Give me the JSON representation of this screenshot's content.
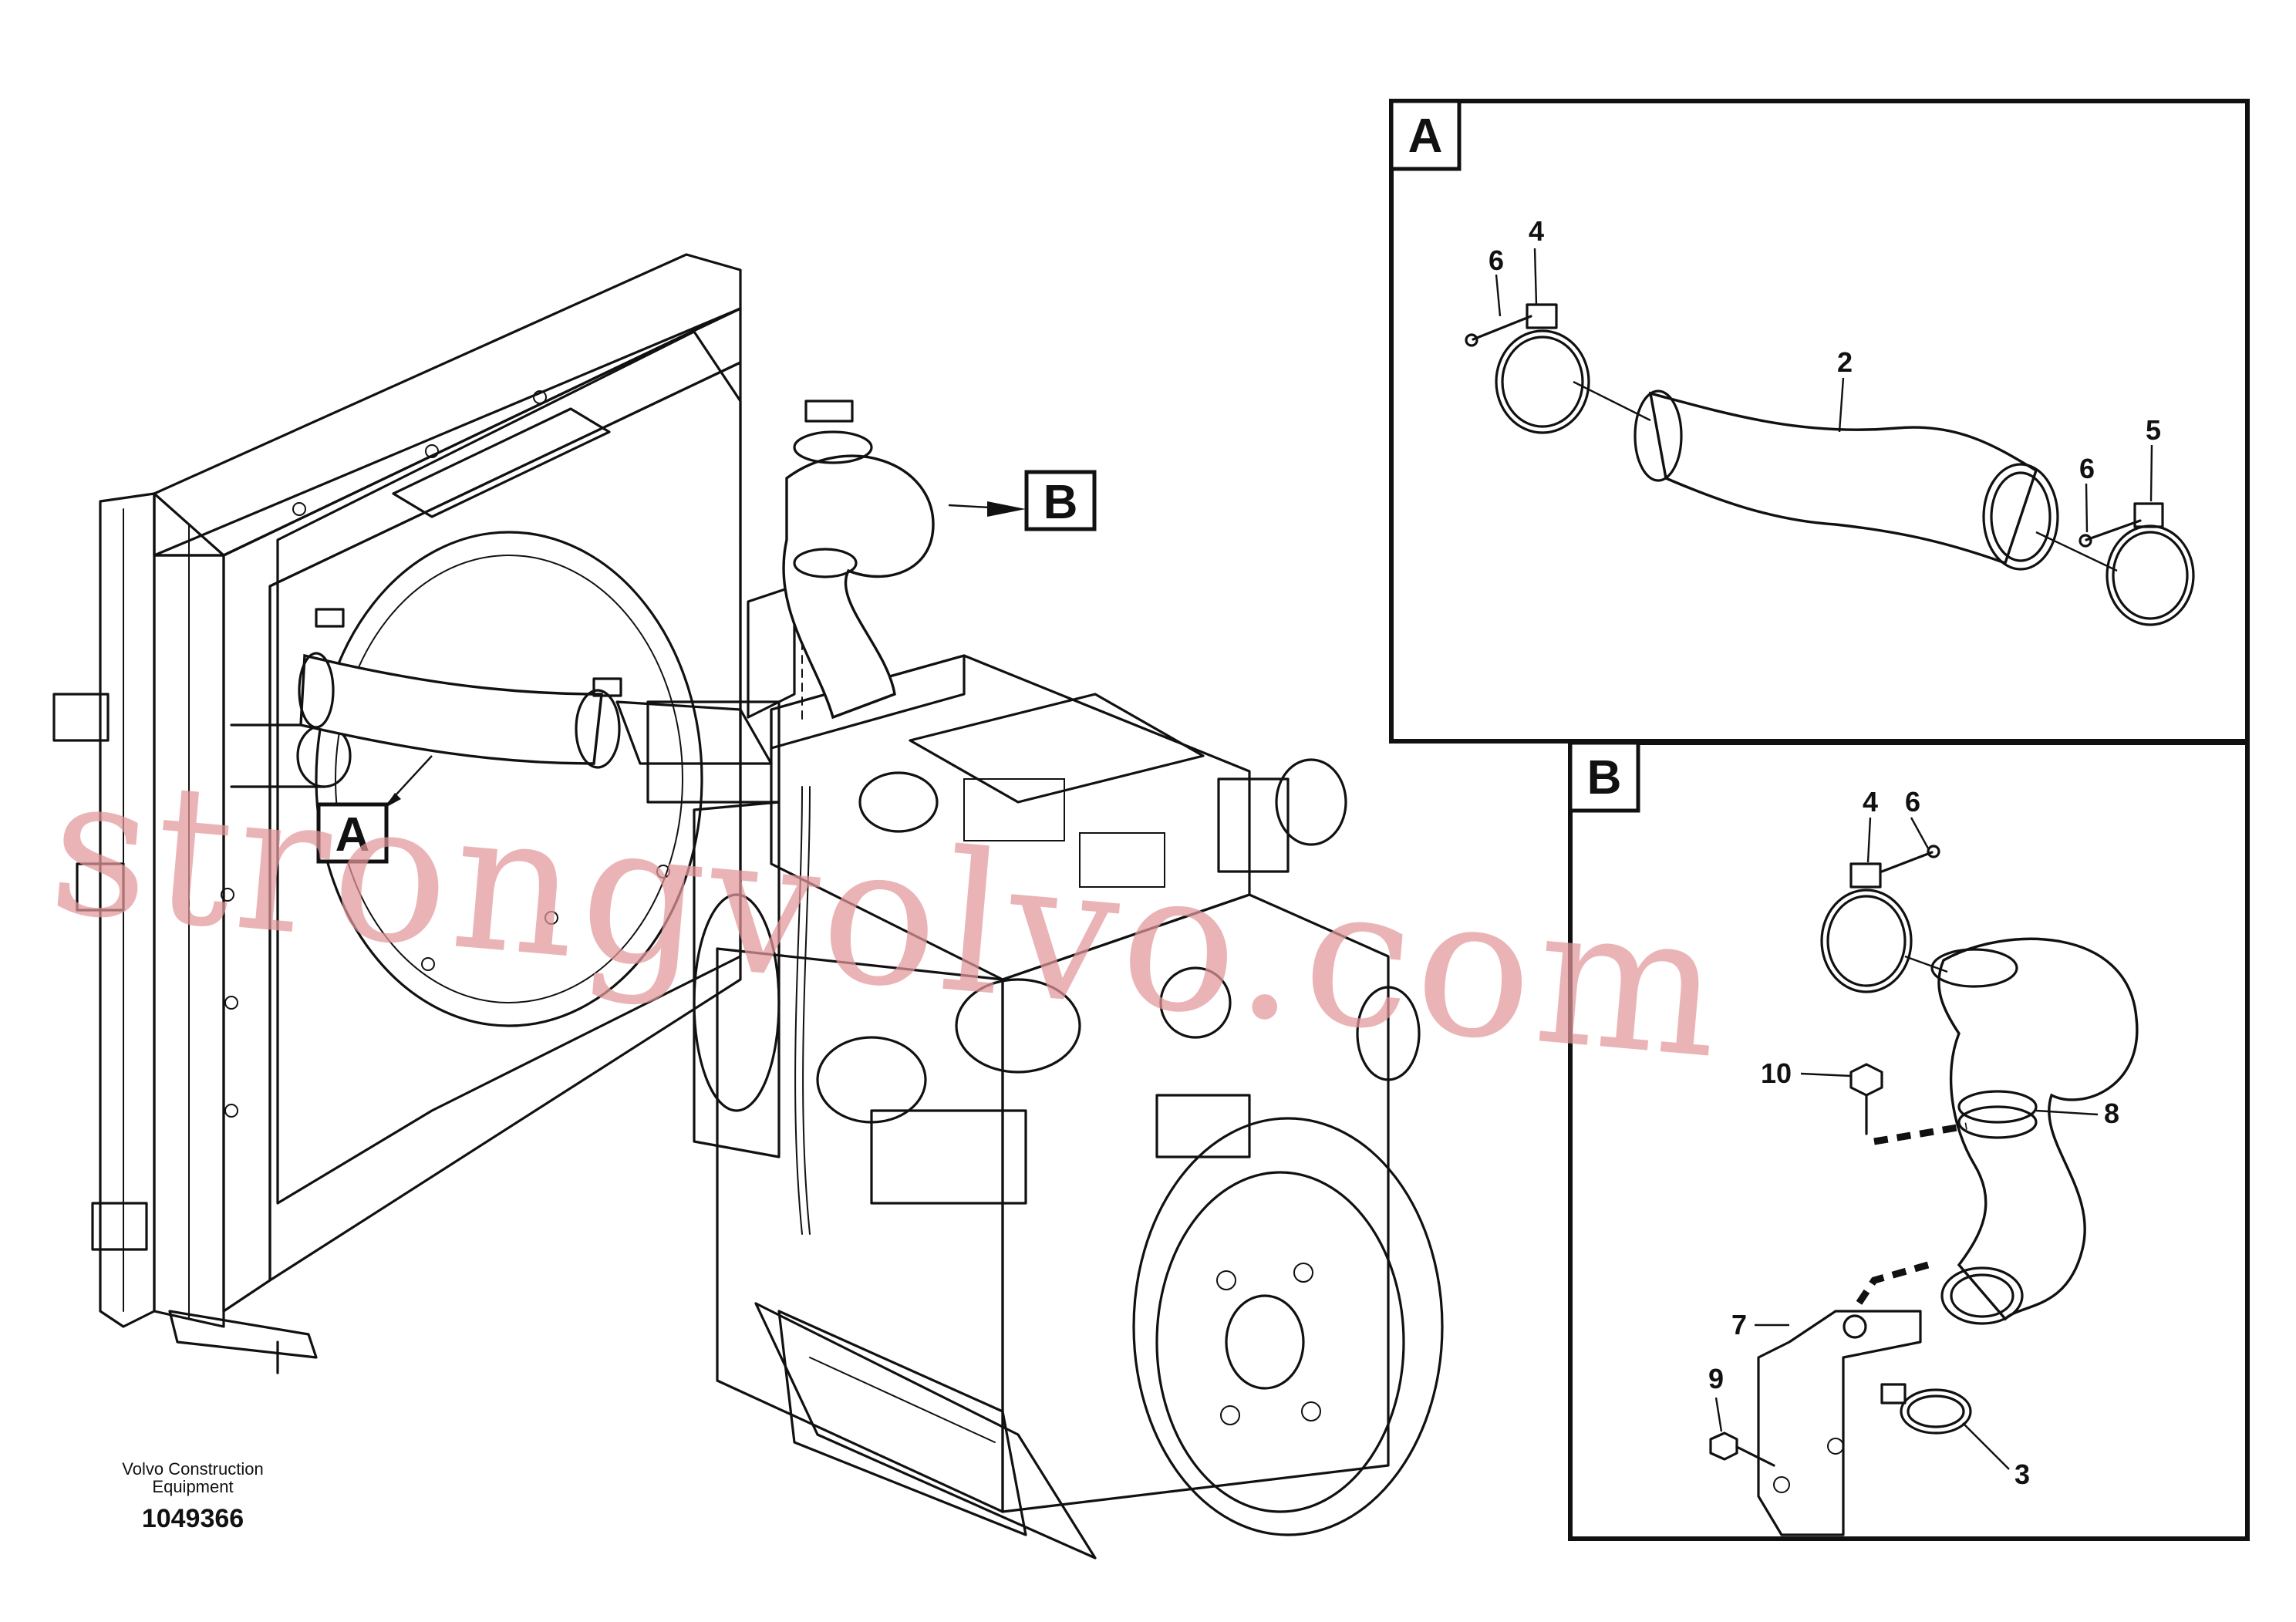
{
  "main_view": {
    "tag_a": "A",
    "tag_b": "B"
  },
  "caption": {
    "publisher_line1": "Volvo Construction",
    "publisher_line2": "Equipment",
    "illustration_number": "1049366"
  },
  "detail_a": {
    "tag": "A",
    "callouts": [
      "4",
      "6",
      "2",
      "5",
      "6"
    ]
  },
  "detail_b": {
    "tag": "B",
    "callouts": [
      "4",
      "6",
      "10",
      "8",
      "7",
      "9",
      "3"
    ]
  },
  "watermark": "strongvolvo.com",
  "colors": {
    "line": "#111111",
    "background": "#ffffff",
    "watermark": "#e3989b"
  }
}
